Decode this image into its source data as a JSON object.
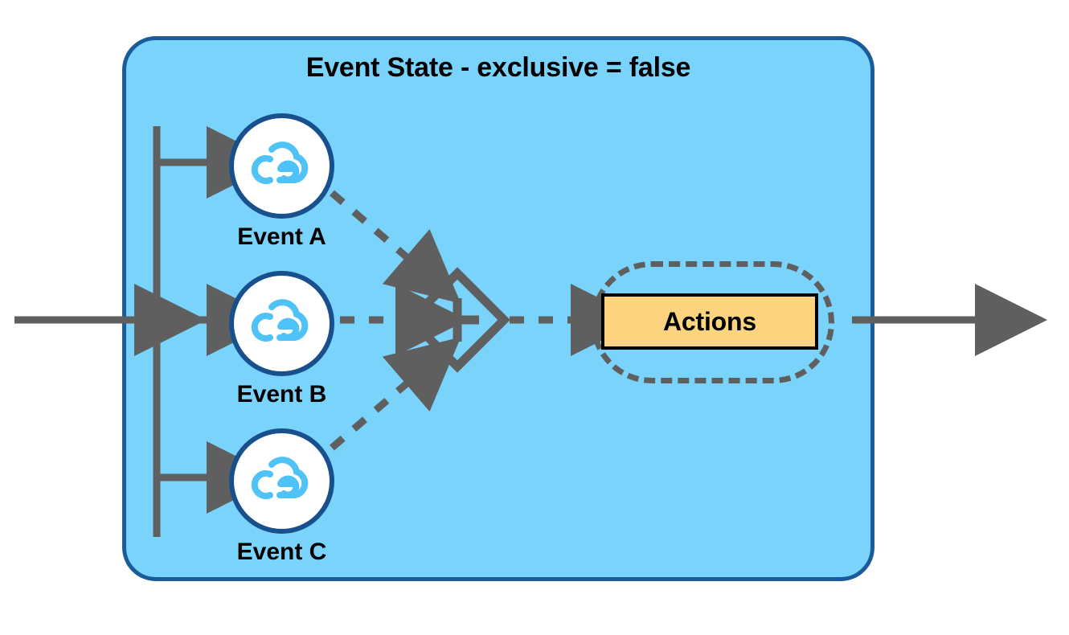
{
  "diagram": {
    "type": "workflow-state-diagram",
    "title": "Event State - exclusive = false",
    "colors": {
      "state_fill": "#79D3FA",
      "state_border": "#1A5C99",
      "connector": "#5F5F5F",
      "circle_border": "#17508C",
      "circle_fill": "#FFFFFF",
      "event_icon": "#4FC3F7",
      "actions_fill": "#FCD47F",
      "actions_border": "#000000",
      "page_background": "#FFFFFF"
    },
    "state": {
      "title": "Event State - exclusive = false",
      "events": [
        {
          "label": "Event A",
          "icon": "cloudevents-icon"
        },
        {
          "label": "Event B",
          "icon": "cloudevents-icon"
        },
        {
          "label": "Event C",
          "icon": "cloudevents-icon"
        }
      ],
      "gateway": {
        "name": "parallel-gateway",
        "symbol": "+",
        "style": "diamond-with-plus"
      },
      "actions": {
        "label": "Actions",
        "container_style": "dashed-rounded"
      }
    },
    "connectors": {
      "incoming_transition": "solid-arrow",
      "event_branch": "solid-arrow",
      "event_to_gateway": "dashed-arrow",
      "gateway_to_actions": "dashed-arrow",
      "outgoing_transition": "solid-arrow",
      "split_bar": "vertical-bar"
    }
  }
}
